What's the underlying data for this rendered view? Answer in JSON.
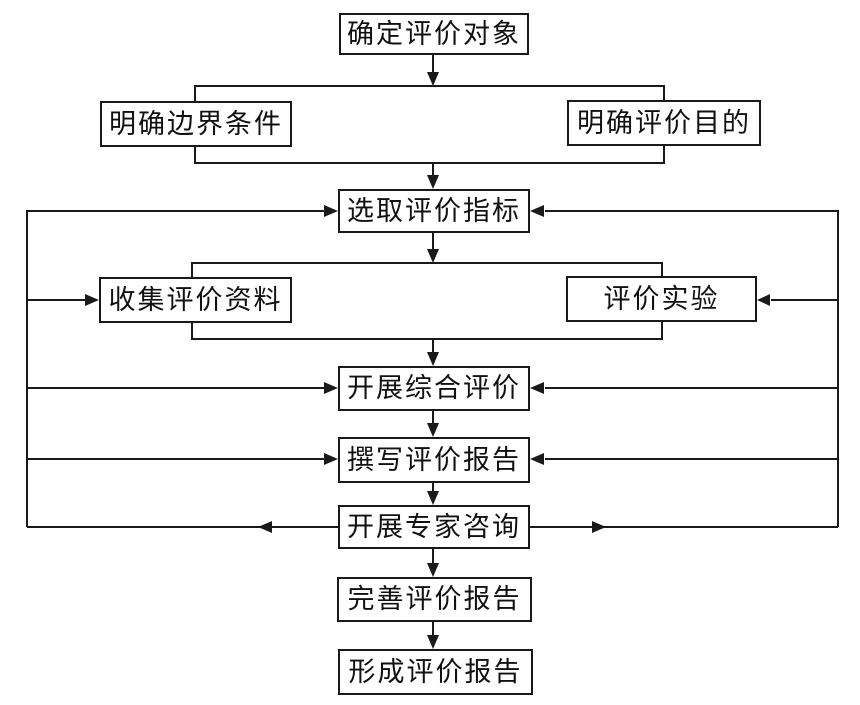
{
  "diagram": {
    "type": "flowchart",
    "direction": "top-down",
    "nodes": [
      {
        "id": "determine-target",
        "label": "确定评价对象"
      },
      {
        "id": "boundary-conditions",
        "label": "明确边界条件"
      },
      {
        "id": "evaluation-purpose",
        "label": "明确评价目的"
      },
      {
        "id": "select-indicators",
        "label": "选取评价指标"
      },
      {
        "id": "collect-materials",
        "label": "收集评价资料"
      },
      {
        "id": "evaluation-experiment",
        "label": "评价实验"
      },
      {
        "id": "comprehensive-evaluation",
        "label": "开展综合评价"
      },
      {
        "id": "write-report",
        "label": "撰写评价报告"
      },
      {
        "id": "expert-consultation",
        "label": "开展专家咨询"
      },
      {
        "id": "improve-report",
        "label": "完善评价报告"
      },
      {
        "id": "finalize-report",
        "label": "形成评价报告"
      }
    ],
    "edges": [
      {
        "from": "determine-target",
        "to": "boundary-conditions / evaluation-purpose",
        "style": "arrow-down-into-bracket"
      },
      {
        "from": "boundary-conditions / evaluation-purpose",
        "to": "select-indicators",
        "style": "arrow-down-from-bracket"
      },
      {
        "from": "select-indicators",
        "to": "collect-materials / evaluation-experiment",
        "style": "arrow-down-into-bracket"
      },
      {
        "from": "collect-materials / evaluation-experiment",
        "to": "comprehensive-evaluation",
        "style": "arrow-down-from-bracket"
      },
      {
        "from": "comprehensive-evaluation",
        "to": "write-report",
        "style": "arrow-down"
      },
      {
        "from": "write-report",
        "to": "expert-consultation",
        "style": "arrow-down"
      },
      {
        "from": "expert-consultation",
        "to": "improve-report",
        "style": "arrow-down"
      },
      {
        "from": "improve-report",
        "to": "finalize-report",
        "style": "arrow-down"
      },
      {
        "from": "expert-consultation",
        "to": "select-indicators",
        "style": "feedback-left-and-right"
      },
      {
        "from": "expert-consultation",
        "to": "collect-materials",
        "style": "feedback-left"
      },
      {
        "from": "expert-consultation",
        "to": "evaluation-experiment",
        "style": "feedback-right"
      },
      {
        "from": "expert-consultation",
        "to": "comprehensive-evaluation",
        "style": "feedback-left-and-right"
      },
      {
        "from": "expert-consultation",
        "to": "write-report",
        "style": "feedback-left-and-right"
      }
    ],
    "colors": {
      "background": "#ffffff",
      "node_fill": "#ffffff",
      "node_border": "#1a1a1a",
      "line": "#1a1a1a",
      "text": "#111111"
    }
  }
}
